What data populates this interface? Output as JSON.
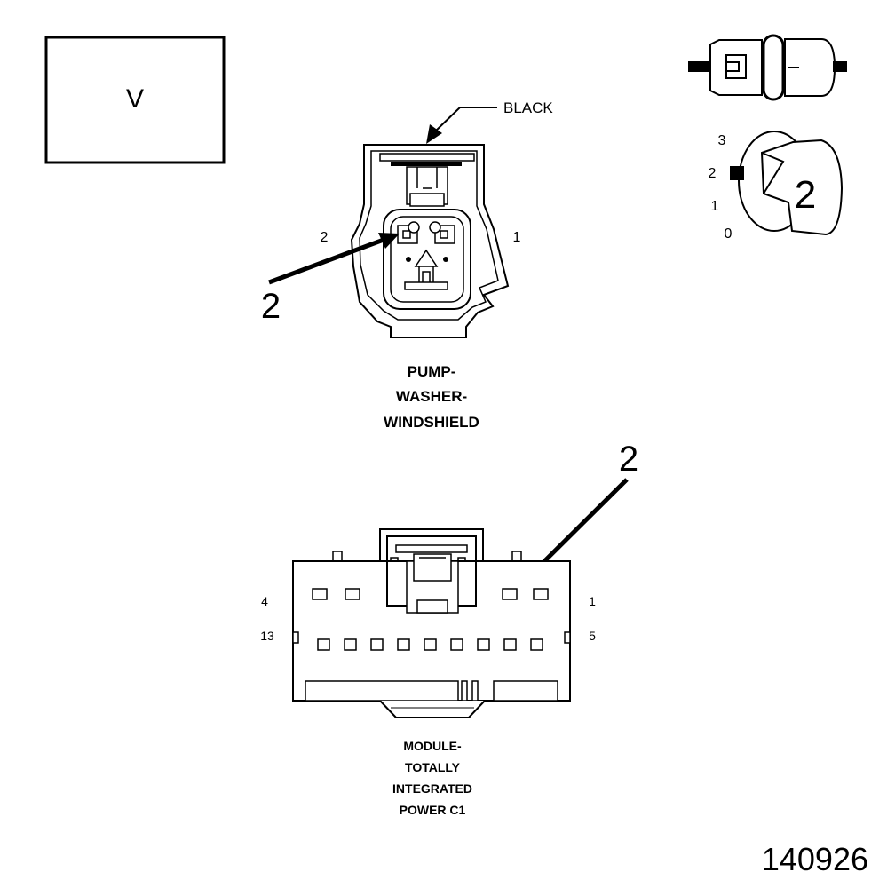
{
  "view_box_label": "V",
  "figure_number": "140926",
  "colors": {
    "ink": "#000000",
    "paper": "#ffffff"
  },
  "legend": {
    "positions": [
      "3",
      "2",
      "1",
      "0"
    ],
    "callout": "2"
  },
  "pump_connector": {
    "color_label": "BLACK",
    "pin_left": "2",
    "pin_right": "1",
    "callout": "2",
    "name_lines": [
      "PUMP-",
      "WASHER-",
      "WINDSHIELD"
    ]
  },
  "module_connector": {
    "callout": "2",
    "pin_top_left": "4",
    "pin_top_right": "1",
    "pin_bottom_left": "13",
    "pin_bottom_right": "5",
    "name_lines": [
      "MODULE-",
      "TOTALLY",
      "INTEGRATED",
      "POWER C1"
    ]
  }
}
